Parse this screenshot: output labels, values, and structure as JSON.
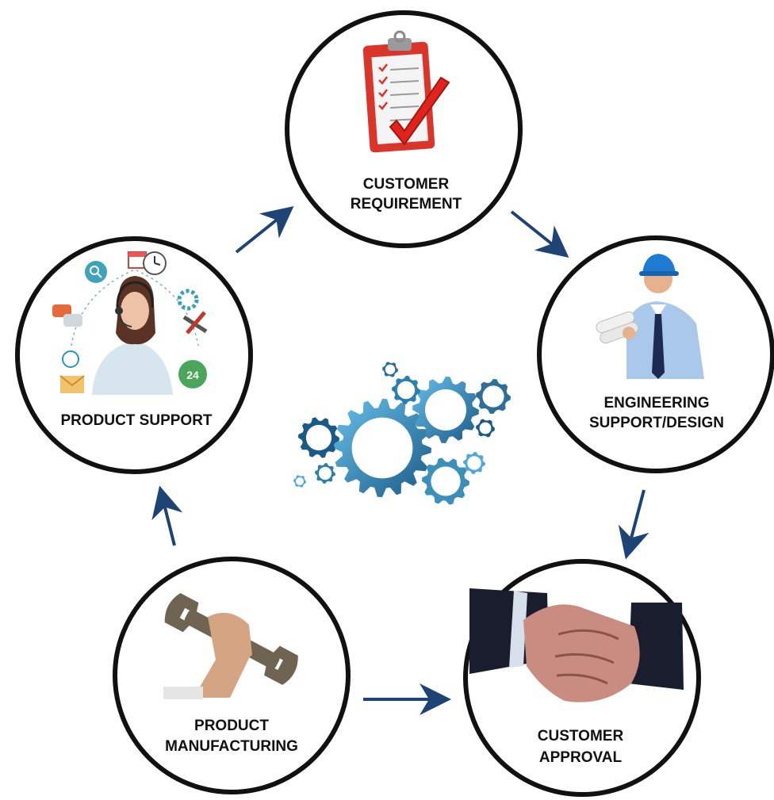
{
  "nodes": {
    "customer_requirement": {
      "line1": "CUSTOMER",
      "line2": "REQUIREMENT",
      "icon": "clipboard-checklist-icon"
    },
    "engineering_support": {
      "line1": "ENGINEERING",
      "line2": "SUPPORT/DESIGN",
      "icon": "engineer-hardhat-icon"
    },
    "customer_approval": {
      "line1": "CUSTOMER",
      "line2": "APPROVAL",
      "icon": "handshake-icon"
    },
    "product_manufacturing": {
      "line1": "PRODUCT",
      "line2": "MANUFACTURING",
      "icon": "wrench-hand-icon"
    },
    "product_support": {
      "line1": "PRODUCT SUPPORT",
      "icon": "support-agent-headset-icon",
      "badge": "24"
    }
  },
  "center": {
    "icon": "gears-icon"
  },
  "colors": {
    "arrow": "#1d4474",
    "ring": "#111111",
    "gear_dark": "#1b5a86",
    "gear_light": "#4fa8d8",
    "clipboard": "#d9352b",
    "check": "#e0231d"
  }
}
